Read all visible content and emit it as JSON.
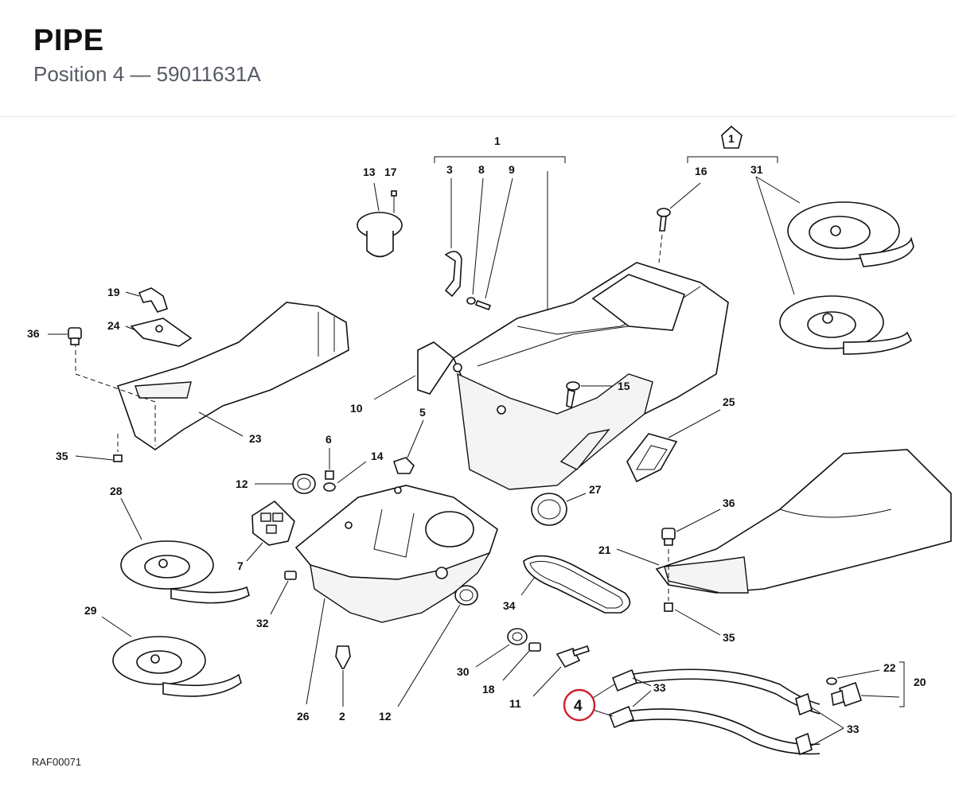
{
  "header": {
    "title": "PIPE",
    "subtitle": "Position 4 — 59011631A"
  },
  "highlight": {
    "label": "4",
    "color": "#cc1f2d"
  },
  "labels": {
    "l1": "1",
    "l1b": "1",
    "l2": "2",
    "l3": "3",
    "l5": "5",
    "l6": "6",
    "l7": "7",
    "l8": "8",
    "l9": "9",
    "l10": "10",
    "l11": "11",
    "l12a": "12",
    "l12b": "12",
    "l13": "13",
    "l14": "14",
    "l15": "15",
    "l16": "16",
    "l17": "17",
    "l18": "18",
    "l19": "19",
    "l20": "20",
    "l21": "21",
    "l22": "22",
    "l23": "23",
    "l24": "24",
    "l25": "25",
    "l26": "26",
    "l27": "27",
    "l28": "28",
    "l29": "29",
    "l30": "30",
    "l31": "31",
    "l32": "32",
    "l33a": "33",
    "l33b": "33",
    "l34": "34",
    "l35a": "35",
    "l35b": "35",
    "l36a": "36",
    "l36b": "36"
  },
  "footer": {
    "ref": "RAF00071"
  }
}
